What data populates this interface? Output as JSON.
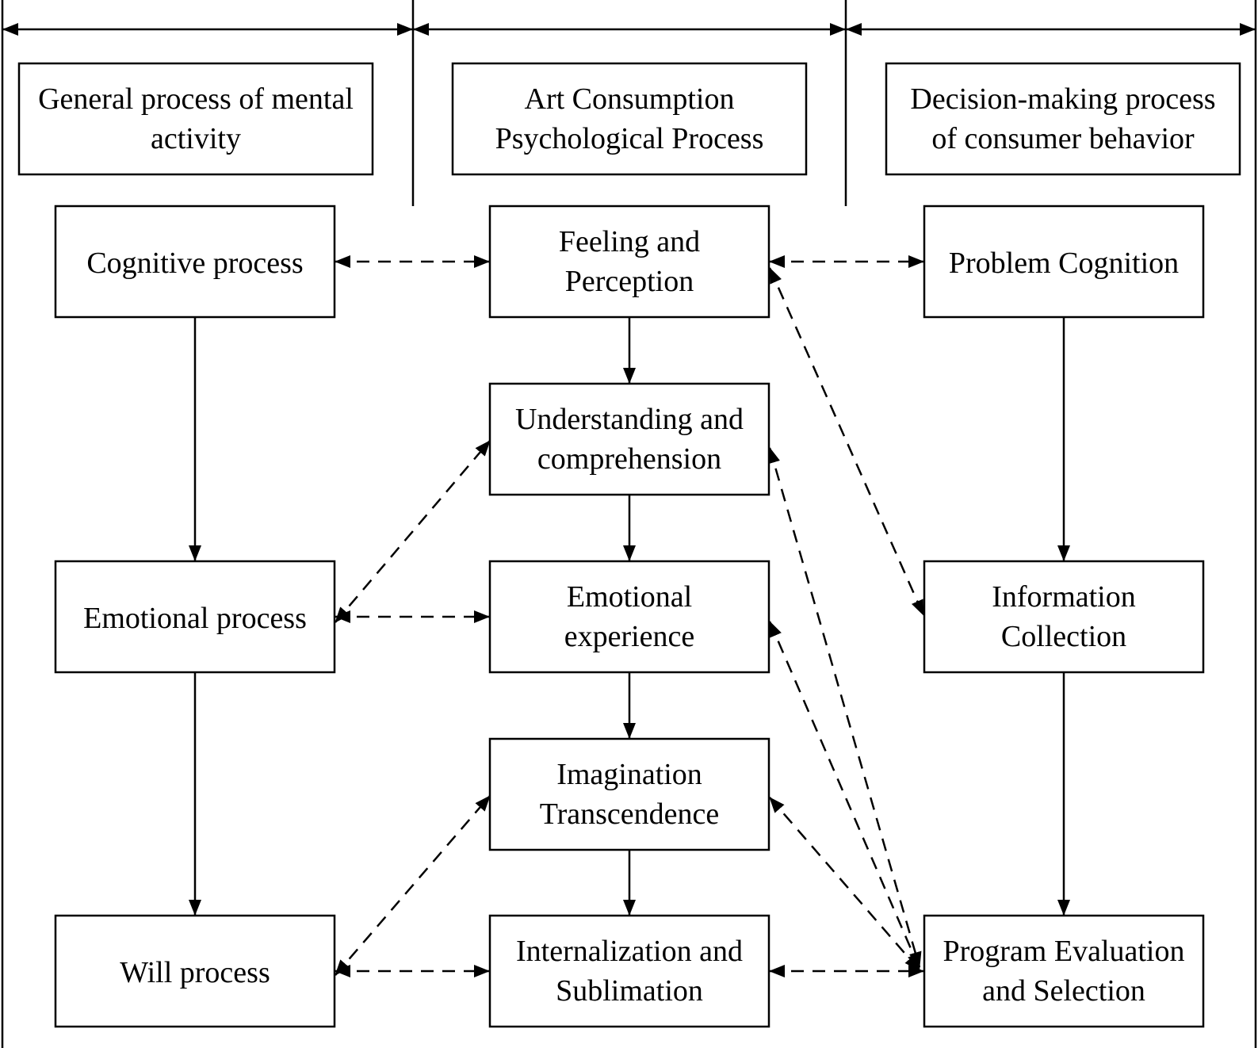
{
  "columns": [
    {
      "id": "col-mental",
      "header": [
        "General process of mental",
        "activity"
      ]
    },
    {
      "id": "col-art",
      "header": [
        "Art Consumption",
        "Psychological Process"
      ]
    },
    {
      "id": "col-decision",
      "header": [
        "Decision-making process",
        "of consumer behavior"
      ]
    }
  ],
  "nodes": {
    "cognitive": [
      "Cognitive process"
    ],
    "emotional_proc": [
      "Emotional process"
    ],
    "will": [
      "Will process"
    ],
    "feeling": [
      "Feeling and",
      "Perception"
    ],
    "understanding": [
      "Understanding and",
      "comprehension"
    ],
    "emotional_exp": [
      "Emotional",
      "experience"
    ],
    "imagination": [
      "Imagination",
      "Transcendence"
    ],
    "internalization": [
      "Internalization and",
      "Sublimation"
    ],
    "problem": [
      "Problem Cognition"
    ],
    "information": [
      "Information",
      "Collection"
    ],
    "program": [
      "Program Evaluation",
      "and Selection"
    ]
  },
  "flows": [
    {
      "from": "cognitive",
      "to": "emotional_proc"
    },
    {
      "from": "emotional_proc",
      "to": "will"
    },
    {
      "from": "feeling",
      "to": "understanding"
    },
    {
      "from": "understanding",
      "to": "emotional_exp"
    },
    {
      "from": "emotional_exp",
      "to": "imagination"
    },
    {
      "from": "imagination",
      "to": "internalization"
    },
    {
      "from": "problem",
      "to": "information"
    },
    {
      "from": "information",
      "to": "program"
    }
  ],
  "relations": [
    {
      "a": "cognitive",
      "b": "feeling"
    },
    {
      "a": "feeling",
      "b": "problem"
    },
    {
      "a": "feeling",
      "b": "information"
    },
    {
      "a": "emotional_proc",
      "b": "understanding"
    },
    {
      "a": "emotional_proc",
      "b": "emotional_exp"
    },
    {
      "a": "will",
      "b": "imagination"
    },
    {
      "a": "will",
      "b": "internalization"
    },
    {
      "a": "internalization",
      "b": "program"
    },
    {
      "a": "understanding",
      "b": "program"
    },
    {
      "a": "emotional_exp",
      "b": "program"
    },
    {
      "a": "imagination",
      "b": "program"
    }
  ]
}
